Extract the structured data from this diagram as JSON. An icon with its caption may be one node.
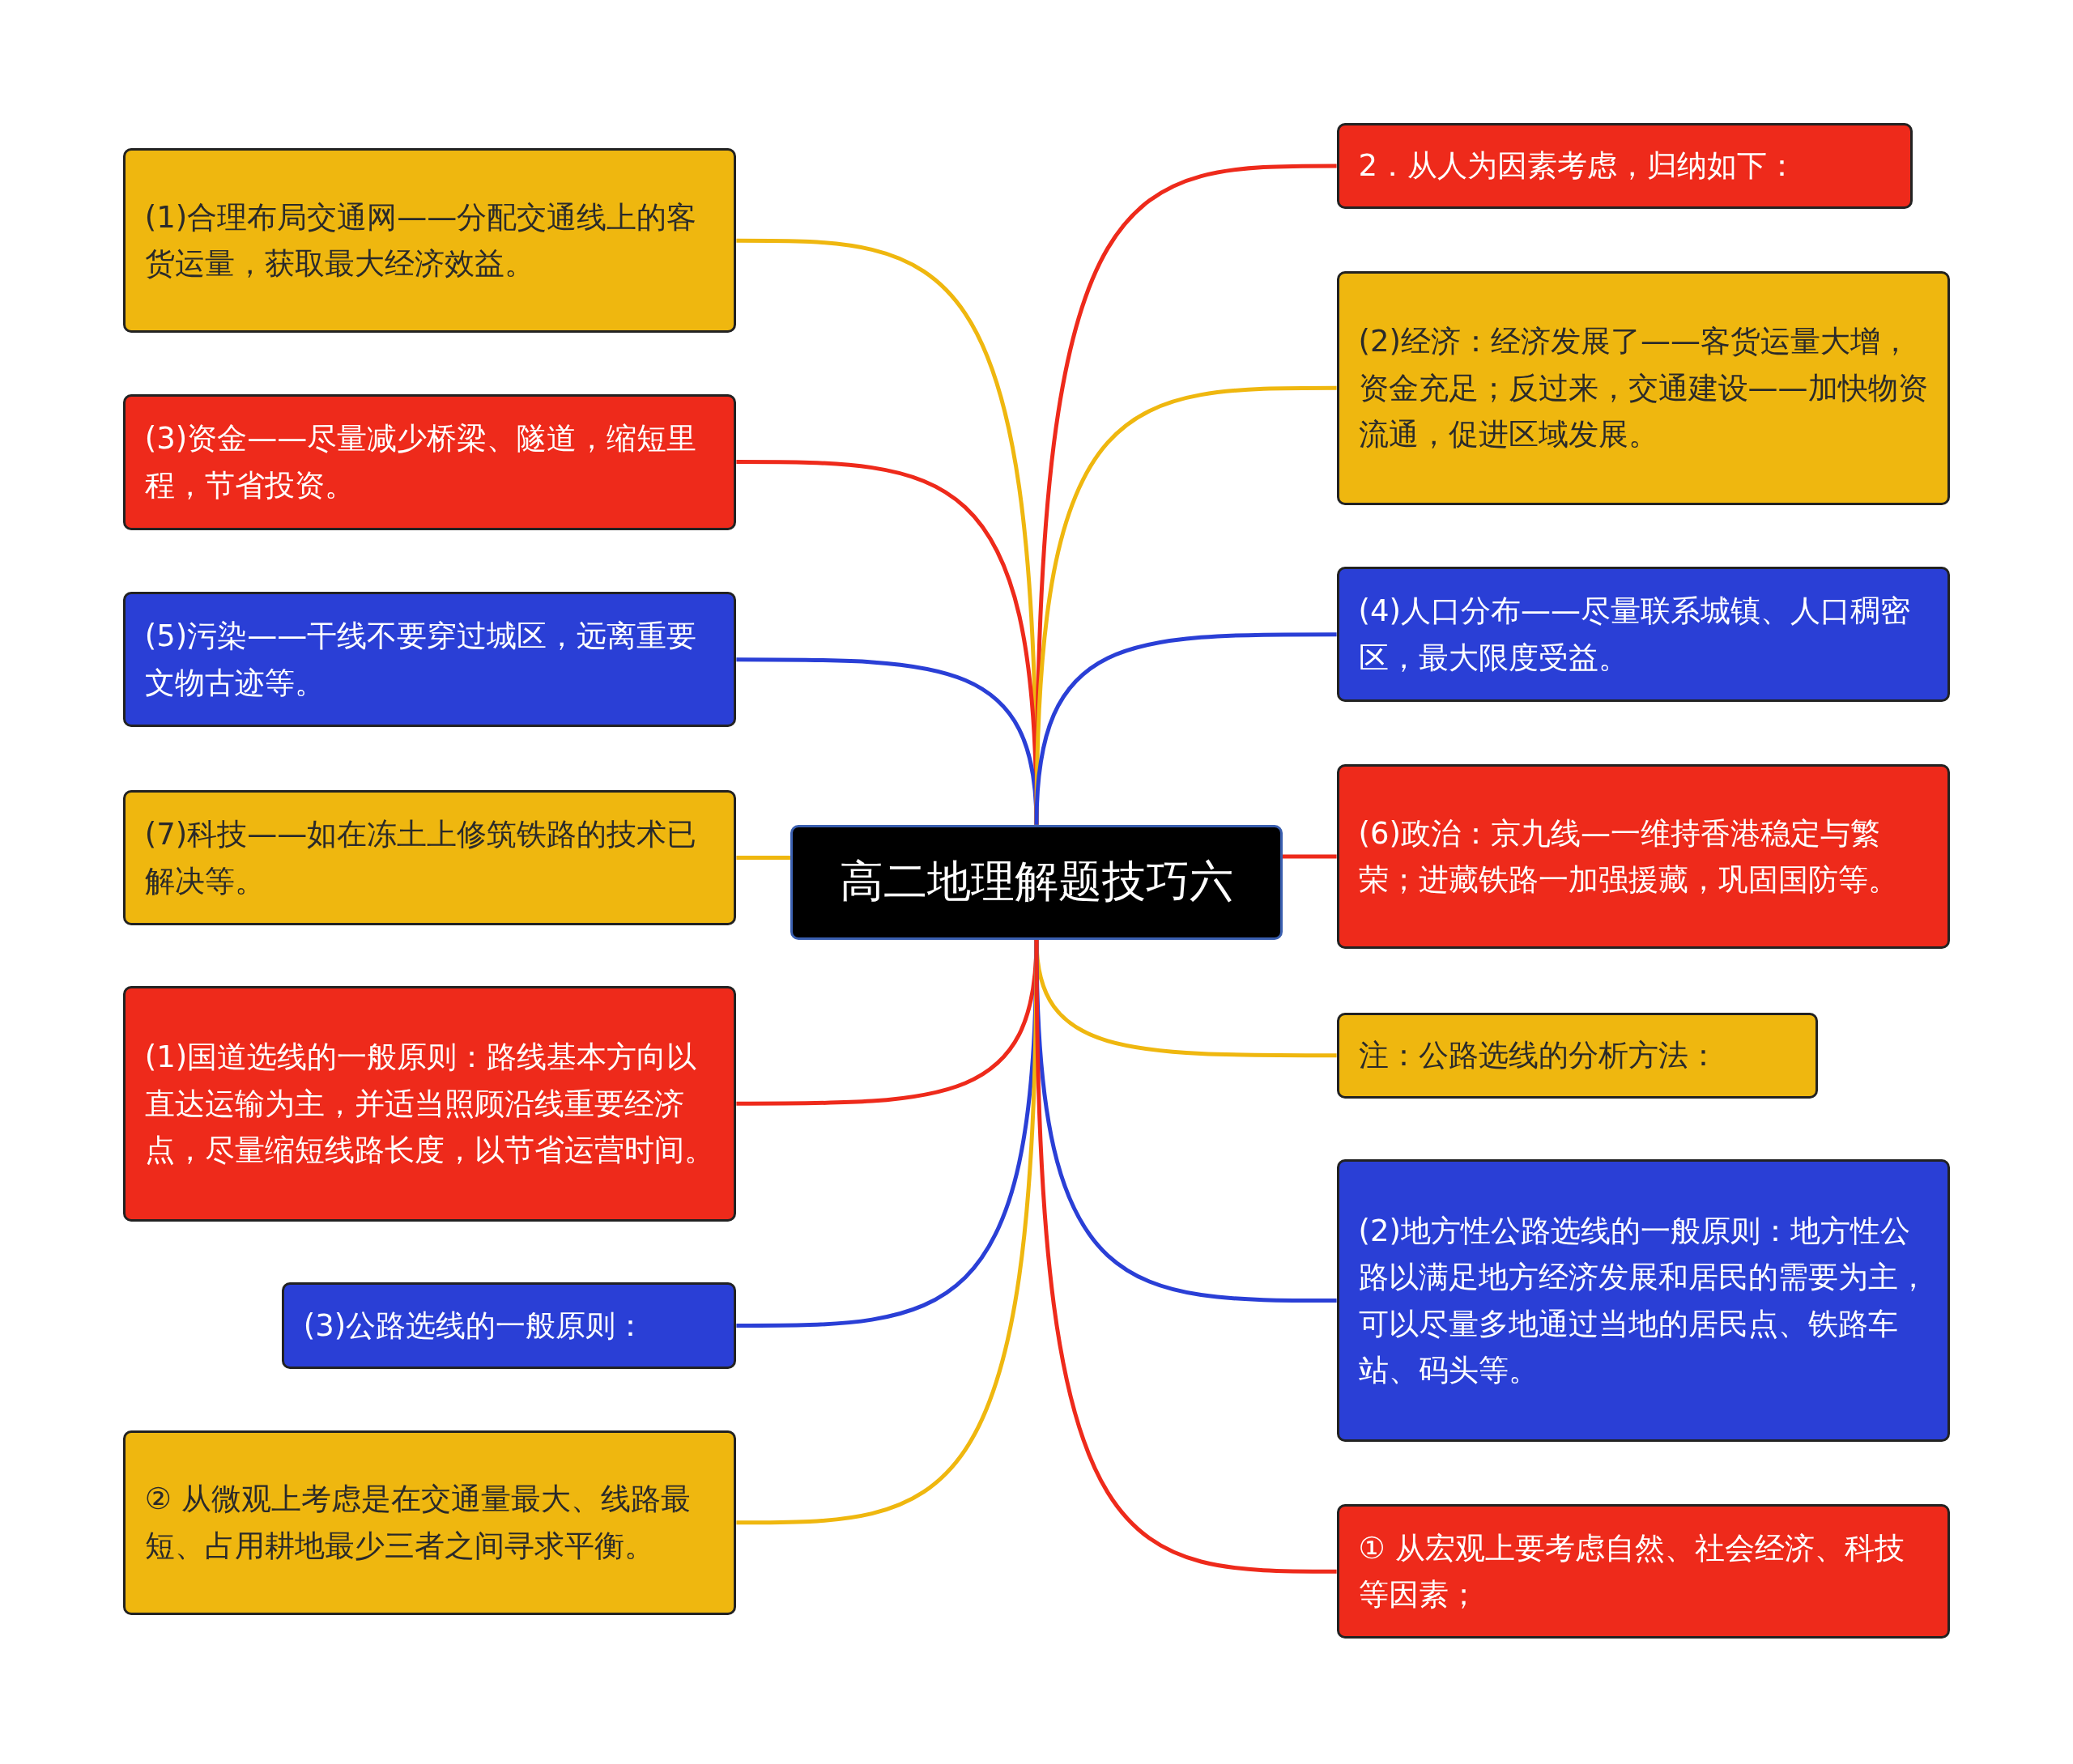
{
  "diagram": {
    "nodes": [
      {
        "text": [
          "高二地理解题技巧六"
        ]
      },
      {
        "text": [
          "(1)合理布局交通网——分配交通线上的客货运量，获取最大经济效益。"
        ]
      },
      {
        "text": [
          "(3)资金——尽量减少桥梁、隧道，缩短里程，节省投资。"
        ]
      },
      {
        "text": [
          "(5)污染——干线不要穿过城区，远离重要文物古迹等。"
        ]
      },
      {
        "text": [
          "(7)科技——如在冻土上修筑铁路的技术已解决等。"
        ]
      },
      {
        "text": [
          "(1)国道选线的一般原则：路线基本方向以直达运输为主，并适当照顾沿线重要经济点，尽量缩短线路长度，以节省运营时间。"
        ]
      },
      {
        "text": [
          "(3)公路选线的一般原则："
        ]
      },
      {
        "text": [
          "② 从微观上考虑是在交通量最大、线路最短、占用耕地最少三者之间寻求平衡。"
        ]
      },
      {
        "text": [
          "2．从人为因素考虑，归纳如下："
        ]
      },
      {
        "text": [
          "(2)经济：经济发展了——客货运量大增，资金充足；反过来，交通建设——加快物资流通，促进区域发展。"
        ]
      },
      {
        "text": [
          "(4)人口分布——尽量联系城镇、人口稠密区，最大限度受益。"
        ]
      },
      {
        "text": [
          "(6)政治：京九线—一维持香港稳定与繁荣；进藏铁路一加强援藏，巩固国防等。"
        ]
      },
      {
        "text": [
          "注：公路选线的分析方法："
        ]
      },
      {
        "text": [
          "(2)地方性公路选线的一般原则：地方性公路以满足地方经济发展和居民的需要为主，可以尽量多地通过当地的居民点、铁路车站、码头等。"
        ]
      },
      {
        "text": [
          "① 从宏观上要考虑自然、社会经济、科技等因素；"
        ]
      }
    ],
    "edges": [
      {
        "from": 0,
        "to": 1,
        "arrow": "none",
        "color": "#efb70f"
      },
      {
        "from": 0,
        "to": 2,
        "arrow": "none",
        "color": "#ee2a1b"
      },
      {
        "from": 0,
        "to": 3,
        "arrow": "none",
        "color": "#2a3fd6"
      },
      {
        "from": 0,
        "to": 4,
        "arrow": "none",
        "color": "#efb70f"
      },
      {
        "from": 0,
        "to": 5,
        "arrow": "none",
        "color": "#ee2a1b"
      },
      {
        "from": 0,
        "to": 6,
        "arrow": "none",
        "color": "#2a3fd6"
      },
      {
        "from": 0,
        "to": 7,
        "arrow": "none",
        "color": "#efb70f"
      },
      {
        "from": 0,
        "to": 8,
        "arrow": "none",
        "color": "#ee2a1b"
      },
      {
        "from": 0,
        "to": 9,
        "arrow": "none",
        "color": "#efb70f"
      },
      {
        "from": 0,
        "to": 10,
        "arrow": "none",
        "color": "#2a3fd6"
      },
      {
        "from": 0,
        "to": 11,
        "arrow": "none",
        "color": "#ee2a1b"
      },
      {
        "from": 0,
        "to": 12,
        "arrow": "none",
        "color": "#efb70f"
      },
      {
        "from": 0,
        "to": 13,
        "arrow": "none",
        "color": "#2a3fd6"
      },
      {
        "from": 0,
        "to": 14,
        "arrow": "none",
        "color": "#ee2a1b"
      }
    ]
  }
}
